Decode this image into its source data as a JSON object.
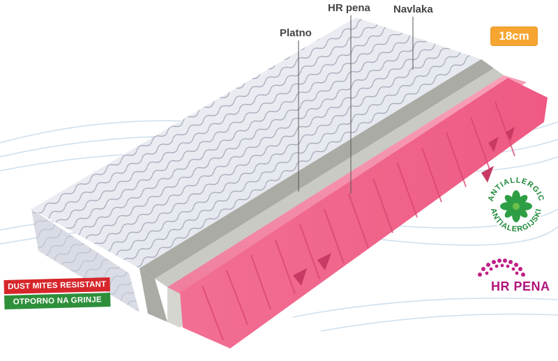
{
  "labels": {
    "navlaka": "Navlaka",
    "hr_pena": "HR pena",
    "platno": "Platno"
  },
  "size_badge": {
    "value": "18",
    "unit": "cm"
  },
  "dust_badge": {
    "line1": "DUST MITES RESISTANT",
    "line2": "OTPORNO NA GRINJE"
  },
  "antiallergic_badge": {
    "top_text": "ANTIALLERGIC",
    "bottom_text": "ANTIALERGIJSKI",
    "icon": "green-flower-icon"
  },
  "hr_pena_logo": {
    "text": "HR PENA",
    "icon": "dotted-arc-icon"
  },
  "colors": {
    "foam_pink": "#f25f86",
    "cover_gray": "#e6e8ef",
    "fabric_band": "#c8cac3",
    "badge_orange": "#f6a531",
    "badge_red": "#d6262a",
    "badge_green": "#2e8f3b",
    "logo_magenta": "#b0157a"
  }
}
